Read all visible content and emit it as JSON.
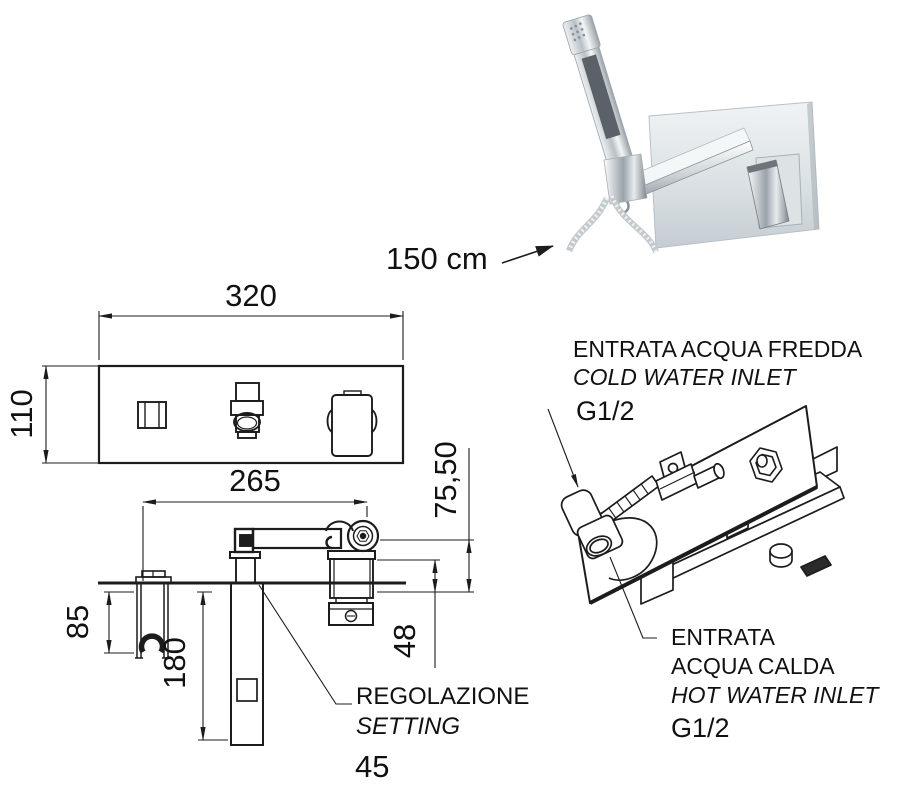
{
  "drawing_type": "technical installation drawing - wall mounted bath mixer with hand shower",
  "colors": {
    "line": "#1c1c1c",
    "text": "#111111",
    "chrome_light": "#f4f7f8",
    "chrome_mid": "#b9c1c6",
    "chrome_dark": "#80888e",
    "panel_dark": "#5a6169"
  },
  "hose": {
    "length_label": "150 cm"
  },
  "front_view": {
    "width": "320",
    "height": "110"
  },
  "side_view": {
    "spout_projection": "265",
    "handle_offset": "75,50",
    "holder_drop": "85",
    "column_drop": "180",
    "body_drop": "48",
    "adjust_label_it": "REGOLAZIONE",
    "adjust_label_en": "SETTING",
    "adjust_value": "45"
  },
  "cold_inlet": {
    "label_it": "ENTRATA ACQUA FREDDA",
    "label_en": "COLD WATER INLET",
    "thread": "G1/2"
  },
  "hot_inlet": {
    "label_it_line1": "ENTRATA",
    "label_it_line2": "ACQUA CALDA",
    "label_en": "HOT WATER INLET",
    "thread": "G1/2"
  }
}
